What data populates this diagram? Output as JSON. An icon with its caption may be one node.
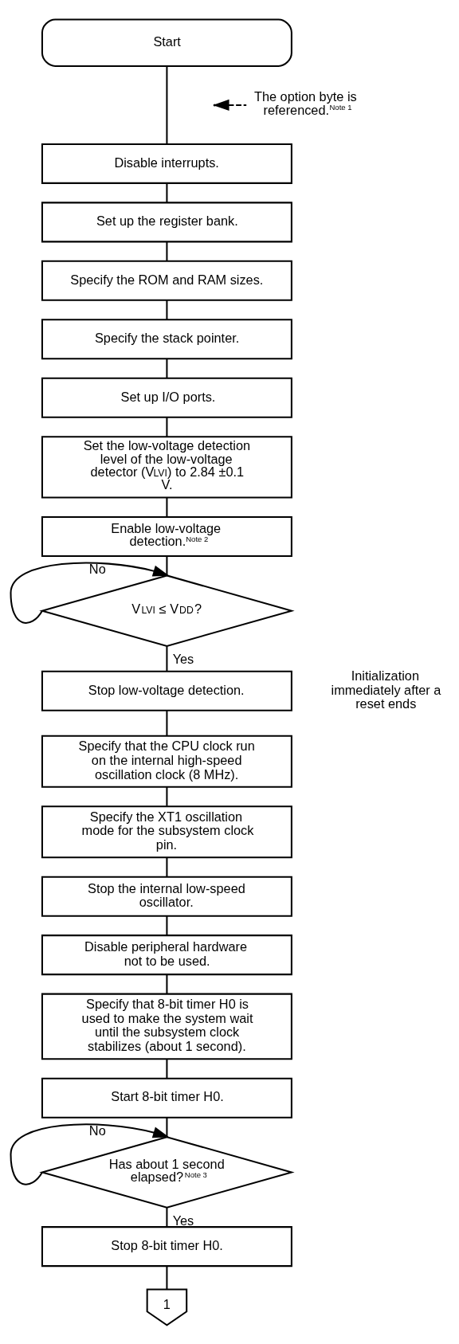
{
  "diagram": {
    "nodes": [
      {
        "text": [
          "Start"
        ]
      },
      {
        "text": [
          "The option byte is referenced.$^{Note 1}$"
        ]
      },
      {
        "text": [
          "Disable interrupts."
        ]
      },
      {
        "text": [
          "Set up the register bank."
        ]
      },
      {
        "text": [
          "Specify the ROM and RAM sizes."
        ]
      },
      {
        "text": [
          "Specify the stack pointer."
        ]
      },
      {
        "text": [
          "Set up I/O ports."
        ]
      },
      {
        "text": [
          "Set the low-voltage detection level of the low-voltage detector (V$_{LVI}$) to 2.84 ±0.1 V."
        ]
      },
      {
        "text": [
          "Enable low-voltage detection.$^{Note 2}$"
        ]
      },
      {
        "text": [
          "V$_{LVI}$ ≤ V$_{DD}$?"
        ]
      },
      {
        "text": [
          "Stop low-voltage detection."
        ]
      },
      {
        "text": [
          "Specify that the CPU clock run on the internal high-speed oscillation clock (8 MHz)."
        ]
      },
      {
        "text": [
          "Specify the XT1 oscillation mode for the subsystem clock pin."
        ]
      },
      {
        "text": [
          "Stop the internal low-speed oscillator."
        ]
      },
      {
        "text": [
          "Disable peripheral hardware not to be used."
        ]
      },
      {
        "text": [
          "Specify that 8-bit timer H0 is used to make the system wait until the subsystem clock stabilizes (about 1 second)."
        ]
      },
      {
        "text": [
          "Start 8-bit timer H0."
        ]
      },
      {
        "text": [
          "Has about 1 second elapsed?$^{Note 3}$"
        ]
      },
      {
        "text": [
          "Stop 8-bit timer H0."
        ]
      },
      {
        "text": [
          "1"
        ]
      }
    ],
    "edges": [
      {
        "from": 0,
        "to": 2,
        "arrow": "none"
      },
      {
        "from": 1,
        "to": null,
        "arrow": "to",
        "style": "dashed"
      },
      {
        "from": 2,
        "to": 3,
        "arrow": "none"
      },
      {
        "from": 3,
        "to": 4,
        "arrow": "none"
      },
      {
        "from": 4,
        "to": 5,
        "arrow": "none"
      },
      {
        "from": 5,
        "to": 6,
        "arrow": "none"
      },
      {
        "from": 6,
        "to": 7,
        "arrow": "none"
      },
      {
        "from": 7,
        "to": 8,
        "arrow": "none"
      },
      {
        "from": 8,
        "to": 9,
        "arrow": "none"
      },
      {
        "from": 9,
        "to": 9,
        "arrow": "to",
        "label": "No"
      },
      {
        "from": 9,
        "to": 10,
        "arrow": "none",
        "label": "Yes"
      },
      {
        "from": 10,
        "to": 11,
        "arrow": "none"
      },
      {
        "from": 11,
        "to": 12,
        "arrow": "none"
      },
      {
        "from": 12,
        "to": 13,
        "arrow": "none"
      },
      {
        "from": 13,
        "to": 14,
        "arrow": "none"
      },
      {
        "from": 14,
        "to": 15,
        "arrow": "none"
      },
      {
        "from": 15,
        "to": 16,
        "arrow": "none"
      },
      {
        "from": 16,
        "to": 17,
        "arrow": "none"
      },
      {
        "from": 17,
        "to": 17,
        "arrow": "to",
        "label": "No"
      },
      {
        "from": 17,
        "to": 18,
        "arrow": "none",
        "label": "Yes"
      },
      {
        "from": 18,
        "to": 19,
        "arrow": "none"
      }
    ],
    "labels": [
      "Initialization immediately after a reset ends"
    ]
  }
}
